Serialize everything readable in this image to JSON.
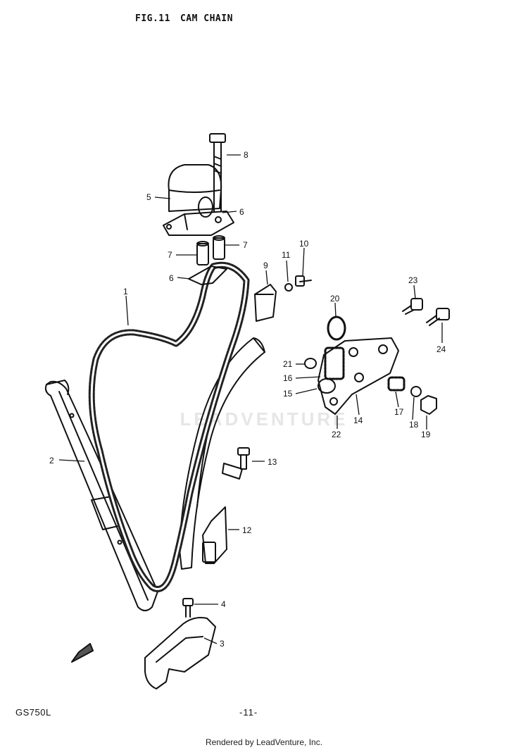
{
  "header": {
    "figure": "FIG.11",
    "title": "CAM CHAIN"
  },
  "footer": {
    "model": "GS750L",
    "page": "-11-",
    "rendered_by": "Rendered by LeadVenture, Inc."
  },
  "watermark": {
    "text": "LEADVENTURE"
  },
  "parts": [
    {
      "number": "1"
    },
    {
      "number": "2"
    },
    {
      "number": "3"
    },
    {
      "number": "4"
    },
    {
      "number": "5"
    },
    {
      "number": "6"
    },
    {
      "number": "6"
    },
    {
      "number": "7"
    },
    {
      "number": "7"
    },
    {
      "number": "8"
    },
    {
      "number": "9"
    },
    {
      "number": "10"
    },
    {
      "number": "11"
    },
    {
      "number": "12"
    },
    {
      "number": "13"
    },
    {
      "number": "14"
    },
    {
      "number": "15"
    },
    {
      "number": "16"
    },
    {
      "number": "17"
    },
    {
      "number": "18"
    },
    {
      "number": "19"
    },
    {
      "number": "20"
    },
    {
      "number": "21"
    },
    {
      "number": "22"
    },
    {
      "number": "23"
    },
    {
      "number": "24"
    }
  ]
}
